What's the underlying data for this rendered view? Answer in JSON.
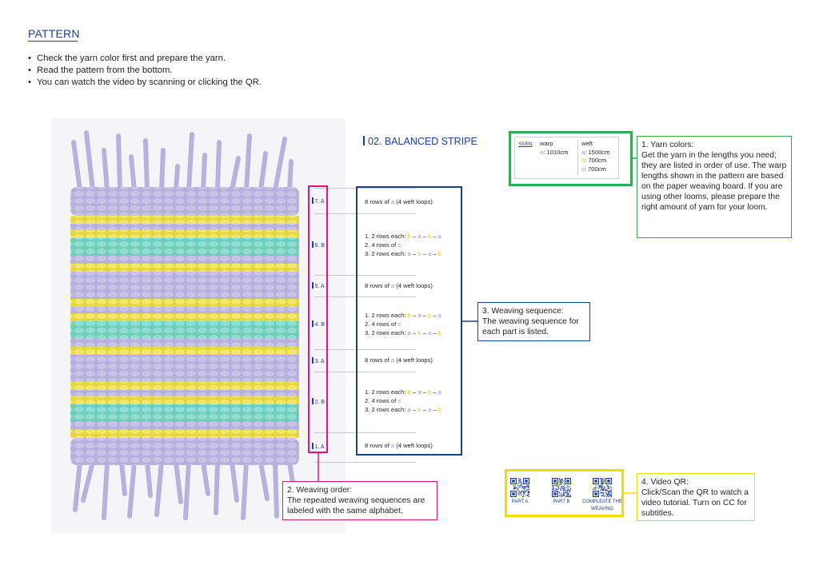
{
  "header": {
    "title": "PATTERN",
    "bullets": [
      "Check the yarn color first and prepare the yarn.",
      "Read the pattern from the bottom.",
      "You can watch the video by scanning or clicking the QR."
    ]
  },
  "pattern": {
    "section_title": "02. BALANCED STRIPE",
    "parts": [
      {
        "label": "7. A"
      },
      {
        "label": "6. B"
      },
      {
        "label": "5. A"
      },
      {
        "label": "4. B"
      },
      {
        "label": "3. A"
      },
      {
        "label": "2. B"
      },
      {
        "label": "1. A"
      }
    ],
    "seq_a": {
      "pre": "8 rows of ",
      "c": "a",
      "post": " (4 weft loops)"
    },
    "seq_b": {
      "l1_pre": "1. 2 rows each: ",
      "l1_seq": [
        "b",
        "a",
        "b",
        "a"
      ],
      "l2_pre": "2. 4 rows of ",
      "l2_c": "c",
      "l3_pre": "3. 2 rows each: ",
      "l3_seq": [
        "a",
        "b",
        "a",
        "b"
      ],
      "dash": " – "
    }
  },
  "yarn": {
    "label": "YARN",
    "warp_label": "warp",
    "warp": [
      {
        "c": "a",
        "v": ": 1010cm"
      }
    ],
    "weft_label": "weft",
    "weft": [
      {
        "c": "a",
        "v": ": 1500cm"
      },
      {
        "c": "b",
        "v": ": 700cm"
      },
      {
        "c": "c",
        "v": ": 700cm"
      }
    ]
  },
  "callouts": {
    "c1": {
      "title": "1. Yarn colors:",
      "body": "Get the yarn in the lengths you need; they are listed in order of use. The warp lengths shown in the pattern are based on the paper weaving board. If you are using other looms, please prepare the right amount of yarn for your loom."
    },
    "c2": {
      "title": "2. Weaving order:",
      "body": "The repeated weaving sequences are labeled with the same alphabet."
    },
    "c3": {
      "title": "3. Weaving sequence:",
      "body": "The weaving sequence for each part is listed."
    },
    "c4": {
      "title": "4. Video QR:",
      "body": "Click/Scan the QR to watch a video tutorial. Turn on CC for subtitles."
    }
  },
  "qr": {
    "items": [
      {
        "label": "PART A"
      },
      {
        "label": "PART B"
      },
      {
        "label": "COMPLEATE THE WEAVING"
      }
    ]
  },
  "colors": {
    "navy": "#1d3f95",
    "pink": "#e4127c",
    "green": "#34a853",
    "yellow": "#f3dc00",
    "yarn_a": "#a78bd8",
    "yarn_b": "#e8cf1e",
    "yarn_c": "#3fbf9f"
  },
  "icons": [
    "qr-code-icon",
    "woven-coaster-photo"
  ]
}
